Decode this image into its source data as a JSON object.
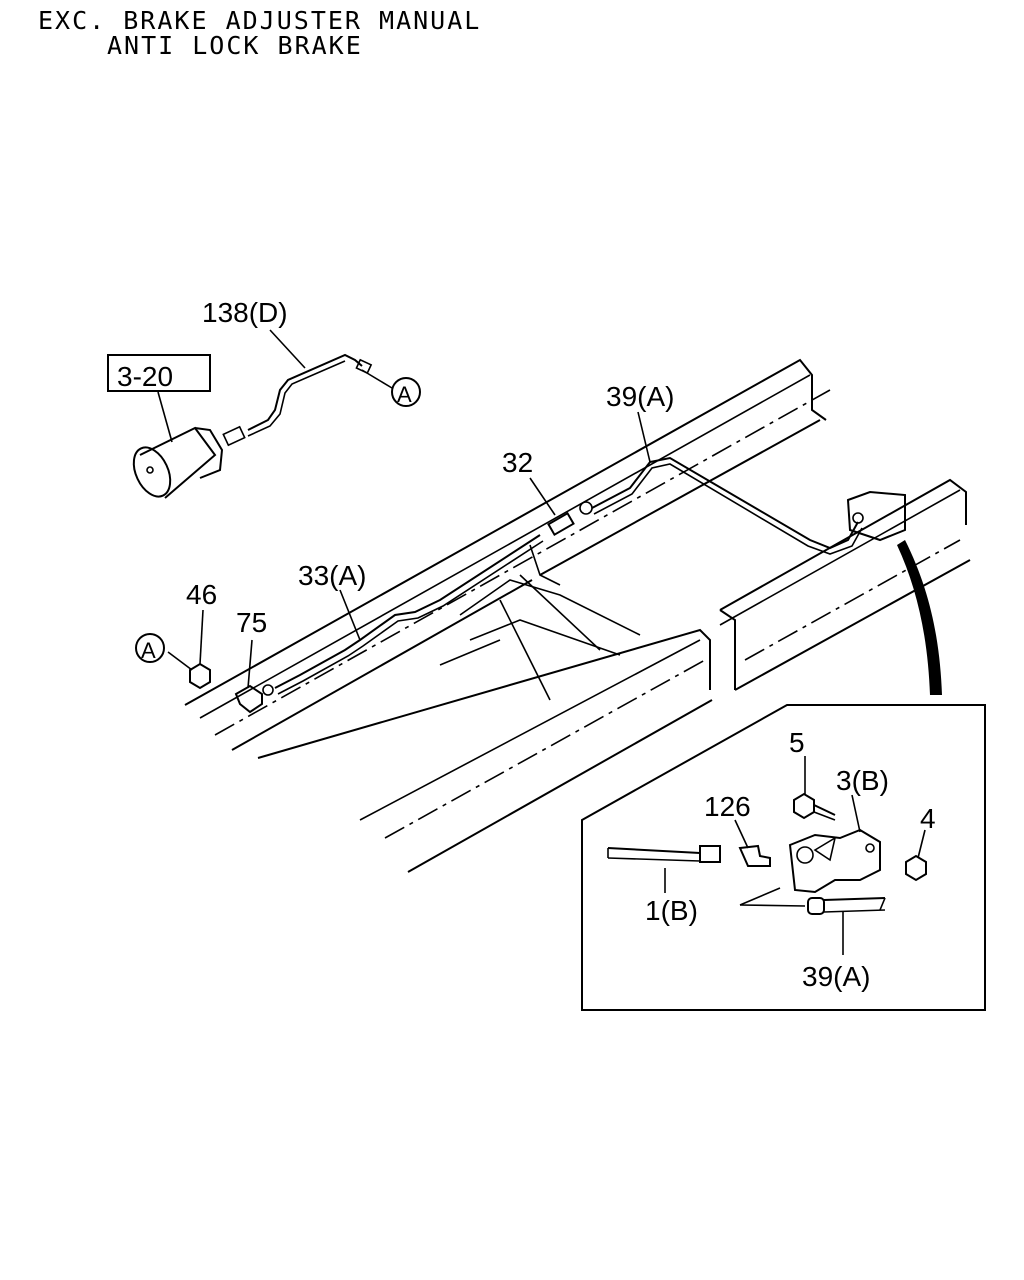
{
  "header": {
    "line1": "EXC. BRAKE ADJUSTER MANUAL",
    "line2": "ANTI LOCK BRAKE"
  },
  "labels": {
    "ref_box": "3-20",
    "p138d": "138(D)",
    "p39a_top": "39(A)",
    "p32": "32",
    "p33a": "33(A)",
    "p46": "46",
    "p75": "75",
    "p5": "5",
    "p3b": "3(B)",
    "p126": "126",
    "p4": "4",
    "p1b": "1(B)",
    "p39a_detail": "39(A)",
    "connector_a_top": "A",
    "connector_a_left": "A"
  }
}
